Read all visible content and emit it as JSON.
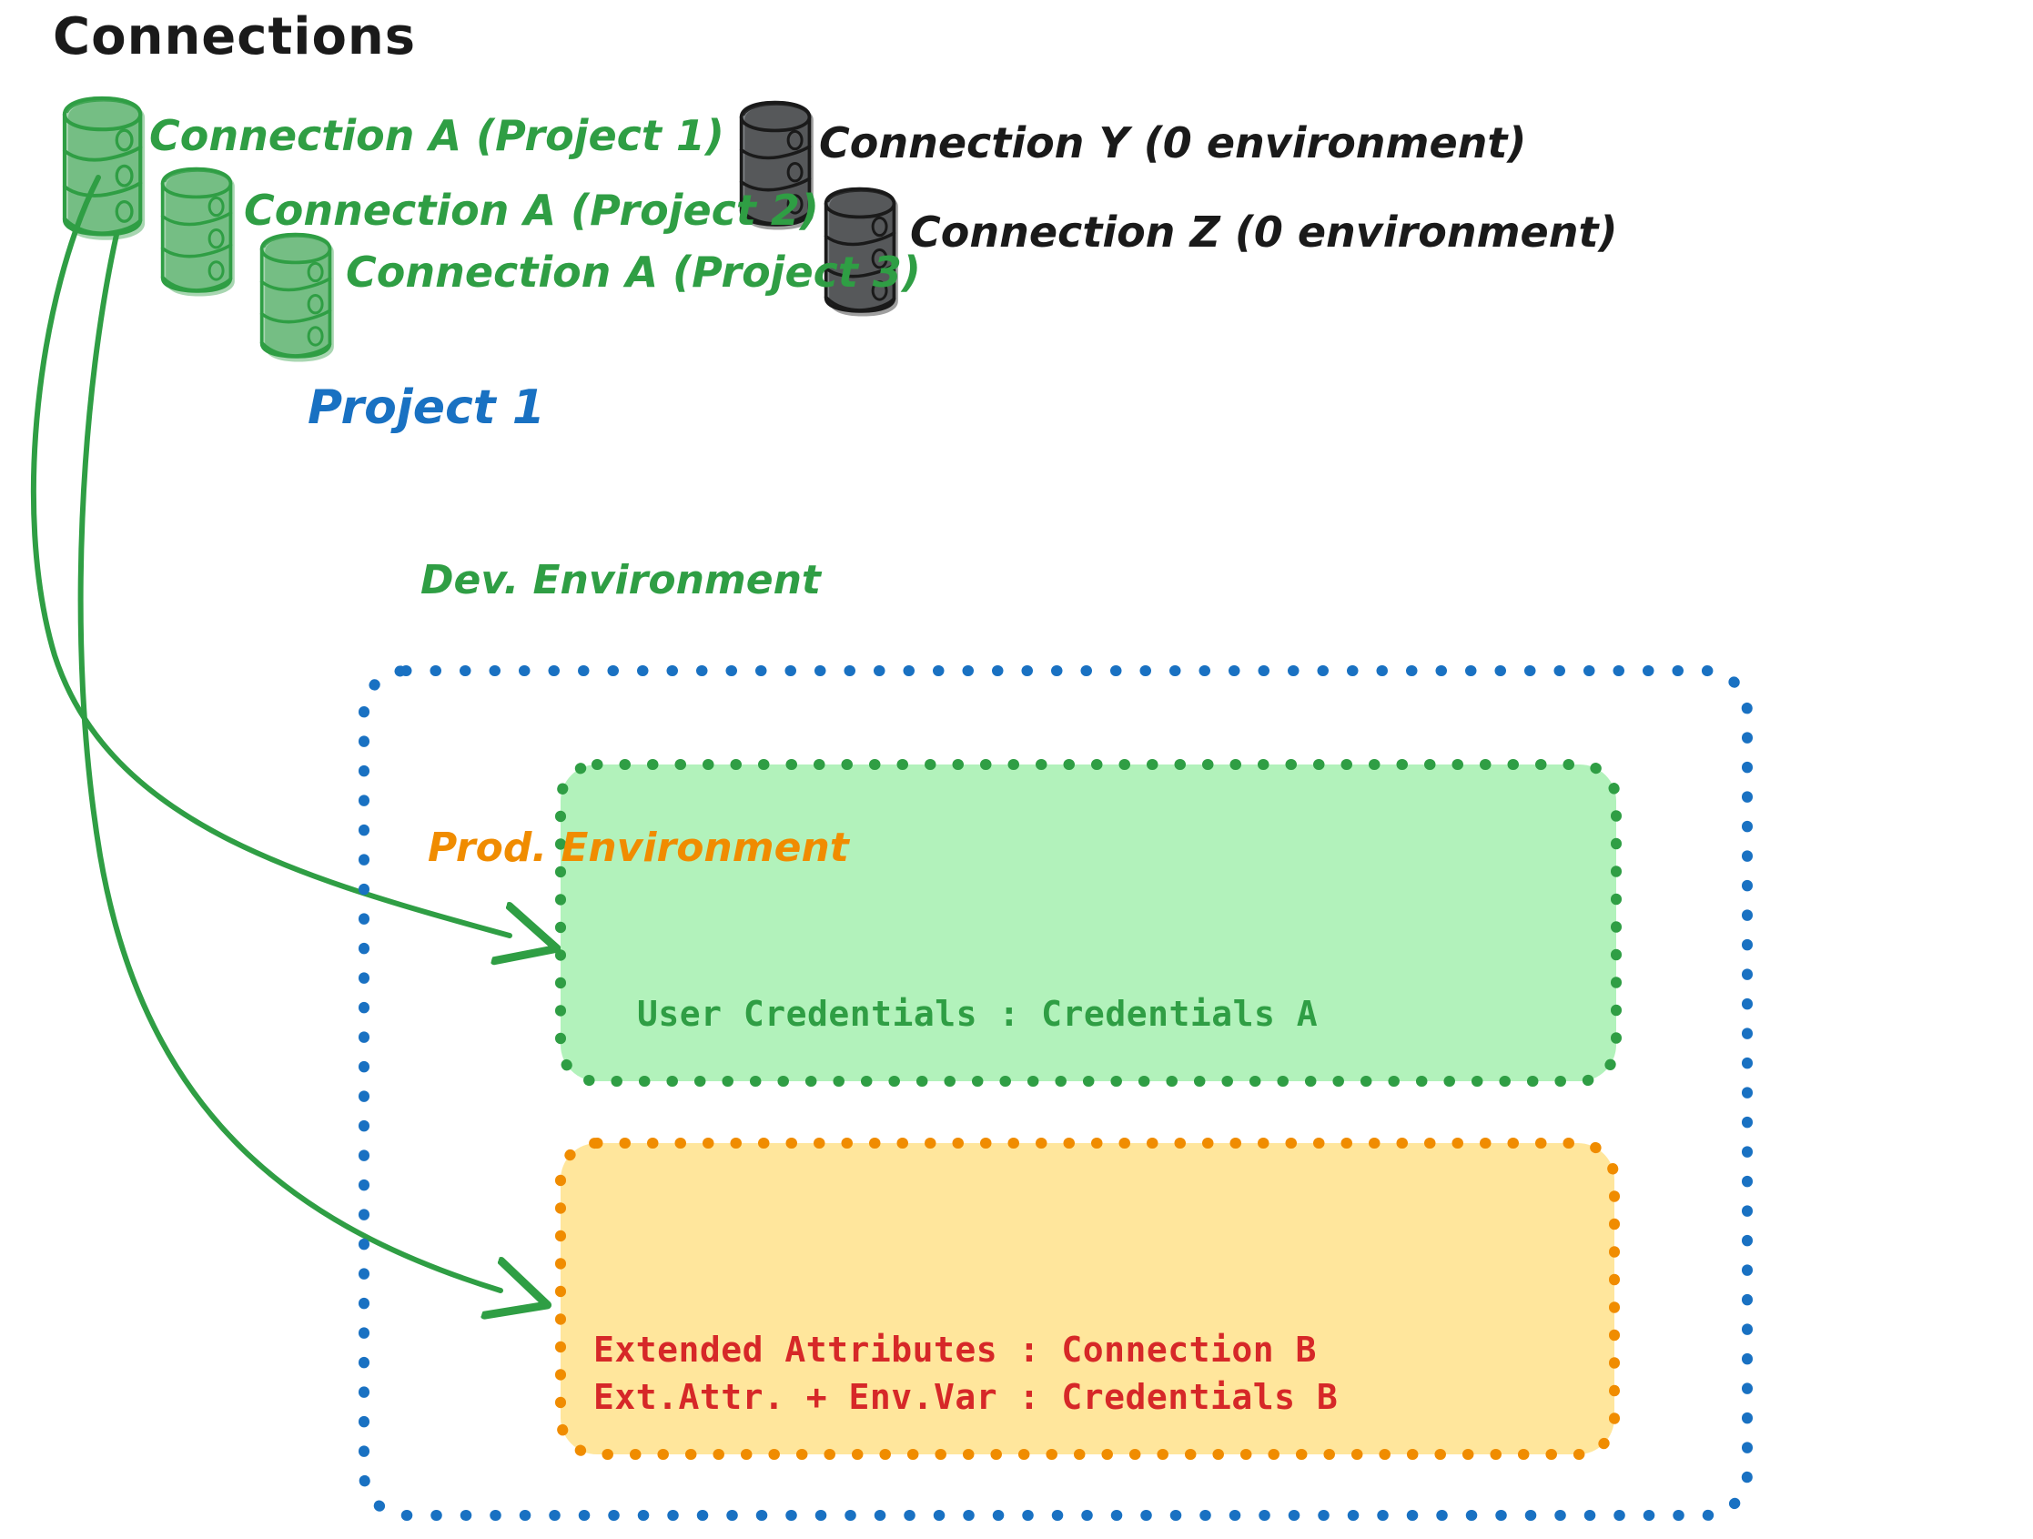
{
  "diagram": {
    "title": "Connections",
    "connections": [
      {
        "id": "conn-a-project-1",
        "label": "Connection A (Project 1)",
        "color": "#2f9e44",
        "fill": "#b2f2bb",
        "icon": "database-icon"
      },
      {
        "id": "conn-a-project-2",
        "label": "Connection A (Project 2)",
        "color": "#2f9e44",
        "fill": "#b2f2bb",
        "icon": "database-icon"
      },
      {
        "id": "conn-a-project-3",
        "label": "Connection A (Project 3)",
        "color": "#2f9e44",
        "fill": "#b2f2bb",
        "icon": "database-icon"
      },
      {
        "id": "conn-y",
        "label": "Connection Y (0 environment)",
        "color": "#1a1a1a",
        "fill": "#ced4da",
        "icon": "database-icon"
      },
      {
        "id": "conn-z",
        "label": "Connection Z (0 environment)",
        "color": "#1a1a1a",
        "fill": "#ced4da",
        "icon": "database-icon"
      }
    ],
    "project": {
      "title": "Project 1",
      "color": "#1971c2",
      "environments": [
        {
          "id": "dev-environment",
          "title": "Dev. Environment",
          "border_color": "#2f9e44",
          "fill": "#b2f2bb",
          "text_color": "#2f9e44",
          "lines": [
            "User Credentials : Credentials A"
          ]
        },
        {
          "id": "prod-environment",
          "title": "Prod. Environment",
          "border_color": "#f08c00",
          "fill": "#ffe69c",
          "text_color": "#d62828",
          "lines": [
            "Extended Attributes : Connection B",
            "Ext.Attr. + Env.Var : Credentials B"
          ]
        }
      ]
    },
    "arrows": [
      {
        "id": "arrow-to-dev-environment",
        "from": "conn-a-project-1",
        "to": "dev-environment",
        "color": "#2f9e44"
      },
      {
        "id": "arrow-to-prod-environment",
        "from": "conn-a-project-1",
        "to": "prod-environment",
        "color": "#2f9e44"
      }
    ],
    "colors": {
      "green_stroke": "#2f9e44",
      "green_fill": "#b2f2bb",
      "gray_stroke": "#1a1a1a",
      "gray_fill": "#ced4da",
      "blue": "#1971c2",
      "orange": "#f08c00",
      "orange_fill": "#ffe69c",
      "red": "#d62828",
      "black": "#1a1a1a",
      "background": "#ffffff"
    }
  }
}
